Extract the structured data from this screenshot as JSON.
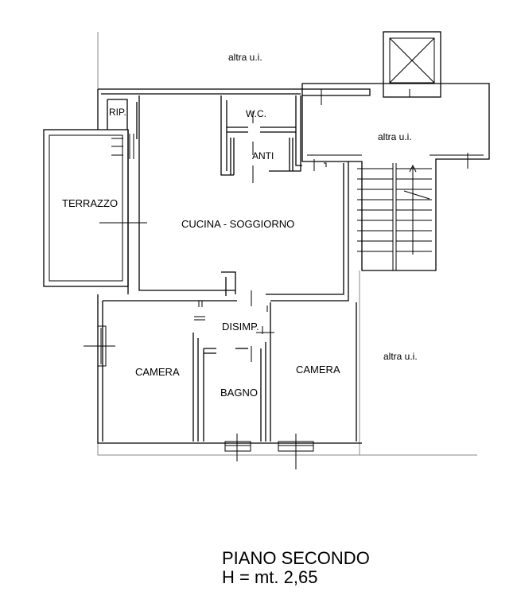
{
  "rooms": {
    "altra_top": "altra u.i.",
    "altra_stair": "altra u.i.",
    "altra_right": "altra u.i.",
    "rip": "RIP.",
    "wc": "W.C.",
    "anti": "ANTI",
    "terrazzo": "TERRAZZO",
    "cucina": "CUCINA - SOGGIORNO",
    "disimp": "DISIMP.",
    "camera_left": "CAMERA",
    "bagno": "BAGNO",
    "camera_right": "CAMERA"
  },
  "caption": {
    "floor": "PIANO SECONDO",
    "height": "H = mt. 2,65"
  }
}
